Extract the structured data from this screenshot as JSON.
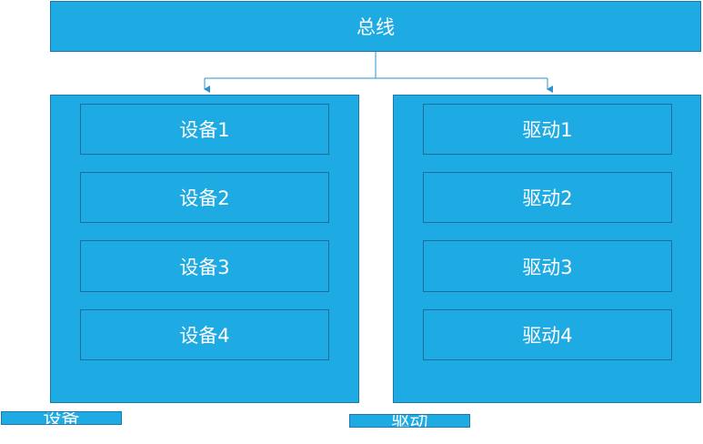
{
  "bus": {
    "label": "总线"
  },
  "devices": {
    "items": [
      "设备1",
      "设备2",
      "设备3",
      "设备4"
    ]
  },
  "drivers": {
    "items": [
      "驱动1",
      "驱动2",
      "驱动3",
      "驱动4"
    ]
  },
  "legend": {
    "devices_label": "设备",
    "drivers_label": "驱动"
  },
  "colors": {
    "fill": "#1eaae3",
    "border": "#1f78aa",
    "connector": "#2b93cc",
    "text": "#ffffff"
  }
}
